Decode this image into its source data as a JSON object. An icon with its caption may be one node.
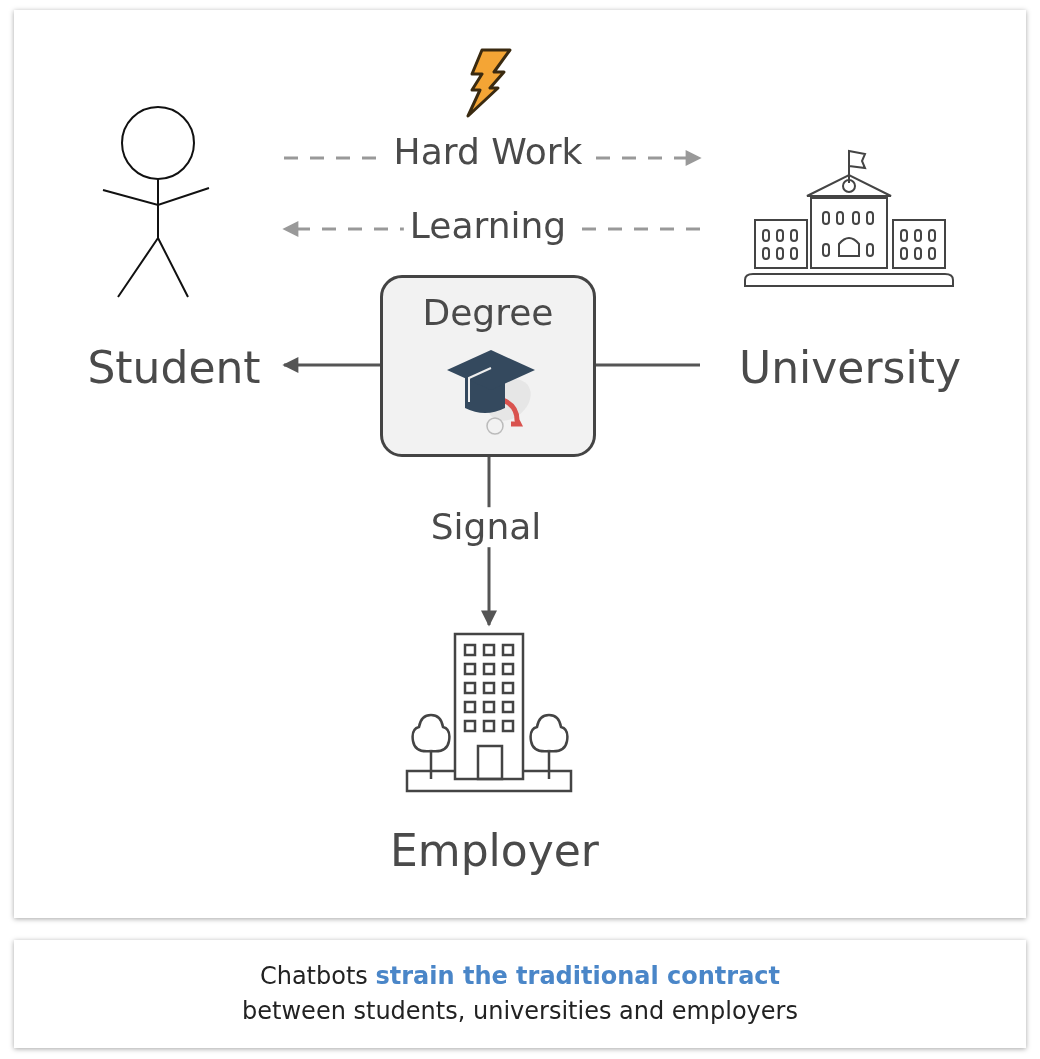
{
  "diagram": {
    "caption": "Chatbots **strain the traditional contract** between students, universities and employers",
    "nodes": [
      {
        "text": [
          "Student"
        ]
      },
      {
        "text": [
          "University"
        ]
      },
      {
        "text": [
          "Degree"
        ]
      },
      {
        "text": [
          "Employer"
        ]
      }
    ],
    "edges": [
      {
        "from": 0,
        "to": 1,
        "arrow": "to",
        "label": "Hard Work",
        "style": "dashed",
        "color": "#999999"
      },
      {
        "from": 1,
        "to": 0,
        "arrow": "to",
        "label": "Learning",
        "style": "dashed",
        "color": "#999999"
      },
      {
        "from": 1,
        "to": 2,
        "arrow": "none"
      },
      {
        "from": 2,
        "to": 0,
        "arrow": "to"
      },
      {
        "from": 2,
        "to": 3,
        "arrow": "to",
        "label": "Signal"
      }
    ]
  }
}
